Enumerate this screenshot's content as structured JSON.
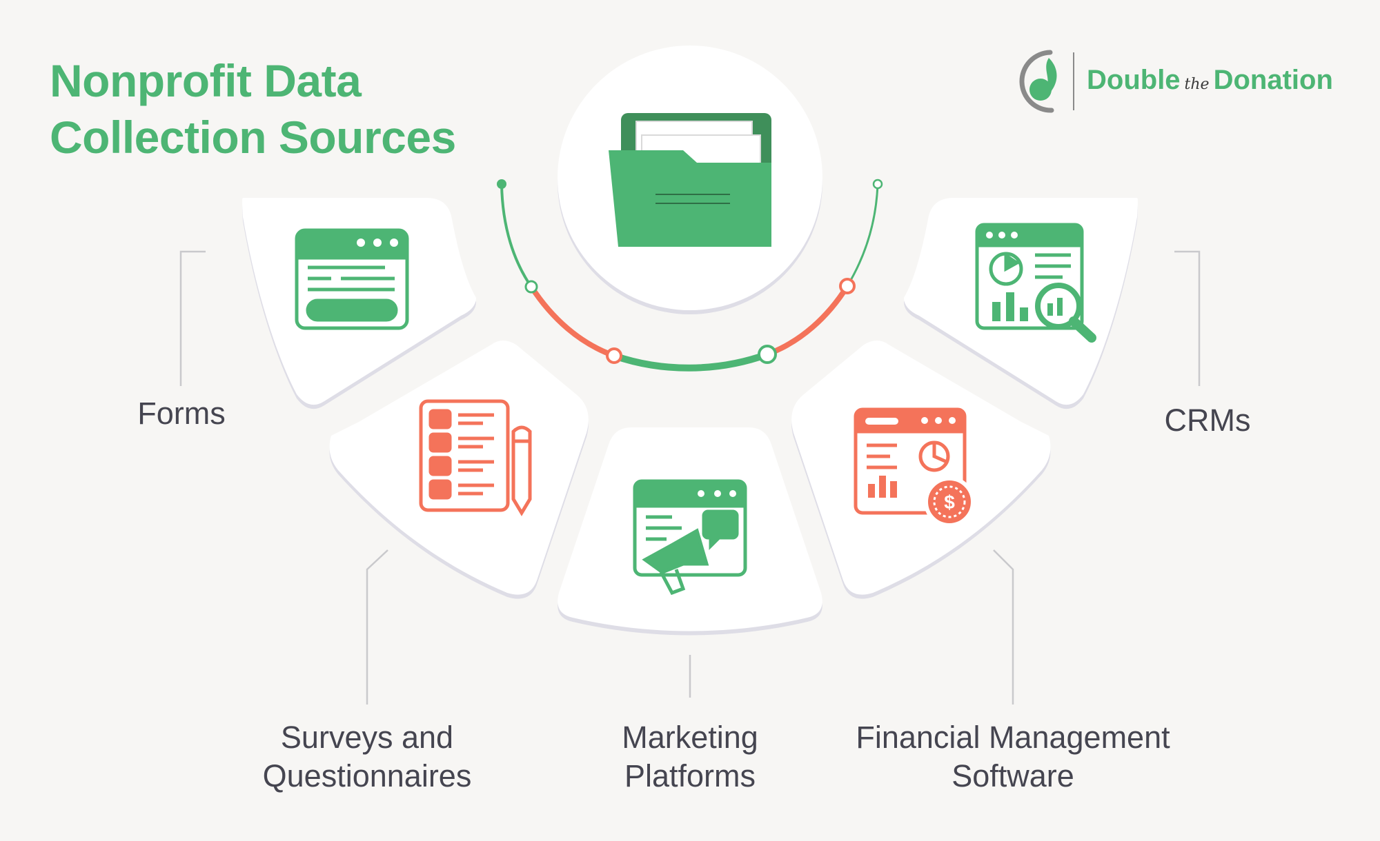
{
  "title": {
    "line1": "Nonprofit Data",
    "line2": "Collection Sources"
  },
  "logo": {
    "word1": "Double",
    "word2": "the",
    "word3": "Donation"
  },
  "center_icon": "folder-icon",
  "sources": [
    {
      "id": "forms",
      "label_lines": [
        "Forms"
      ],
      "icon": "web-form-icon",
      "icon_color": "#4db574"
    },
    {
      "id": "surveys",
      "label_lines": [
        "Surveys and",
        "Questionnaires"
      ],
      "icon": "checklist-pencil-icon",
      "icon_color": "#f4735a"
    },
    {
      "id": "marketing",
      "label_lines": [
        "Marketing",
        "Platforms"
      ],
      "icon": "megaphone-window-icon",
      "icon_color": "#4db574"
    },
    {
      "id": "financial",
      "label_lines": [
        "Financial Management",
        "Software"
      ],
      "icon": "finance-dashboard-icon",
      "icon_color": "#f4735a"
    },
    {
      "id": "crms",
      "label_lines": [
        "CRMs"
      ],
      "icon": "analytics-search-icon",
      "icon_color": "#4db574"
    }
  ],
  "colors": {
    "green": "#4db574",
    "coral": "#f4735a",
    "background": "#f7f6f4",
    "card": "#ffffff",
    "text": "#454550",
    "connector": "#c9c9cc"
  }
}
